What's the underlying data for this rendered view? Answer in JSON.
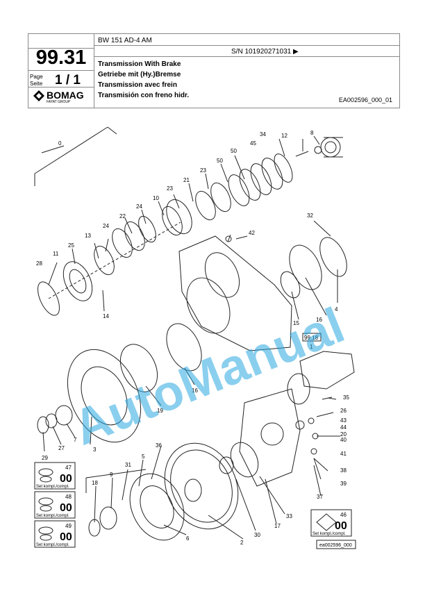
{
  "header": {
    "model": "BW 151 AD-4 AM",
    "serial": "S/N 101920271031",
    "group_number": "99.31",
    "page_label_en": "Page",
    "page_label_de": "Seite",
    "page_value": "1 / 1",
    "titles": [
      "Transmission With Brake",
      "Getriebe mit (Hy.)Bremse",
      "Transmission avec frein",
      "Transmisión con freno hidr."
    ],
    "doc_id": "EA002596_000_01",
    "logo_text": "BOMAG",
    "logo_sub": "FAYAT GROUP"
  },
  "drawing": {
    "callouts": [
      "0",
      "8",
      "12",
      "34",
      "45",
      "50",
      "50",
      "23",
      "21",
      "23",
      "10",
      "24",
      "22",
      "24",
      "13",
      "25",
      "11",
      "28",
      "14",
      "42",
      "32",
      "15",
      "16",
      "4",
      "99.18",
      "1",
      "16",
      "19",
      "3",
      "7",
      "27",
      "29",
      "35",
      "26",
      "43",
      "44",
      "20",
      "40",
      "41",
      "38",
      "39",
      "37",
      "36",
      "5",
      "31",
      "9",
      "18",
      "6",
      "2",
      "30",
      "17",
      "33",
      "46"
    ],
    "kit_numbers": [
      "47",
      "48",
      "49"
    ],
    "kit_label": "Set kompl./compl.",
    "kit_right_number": "46",
    "drawing_ref": "ea002596_000",
    "watermark": "AutoManual"
  }
}
